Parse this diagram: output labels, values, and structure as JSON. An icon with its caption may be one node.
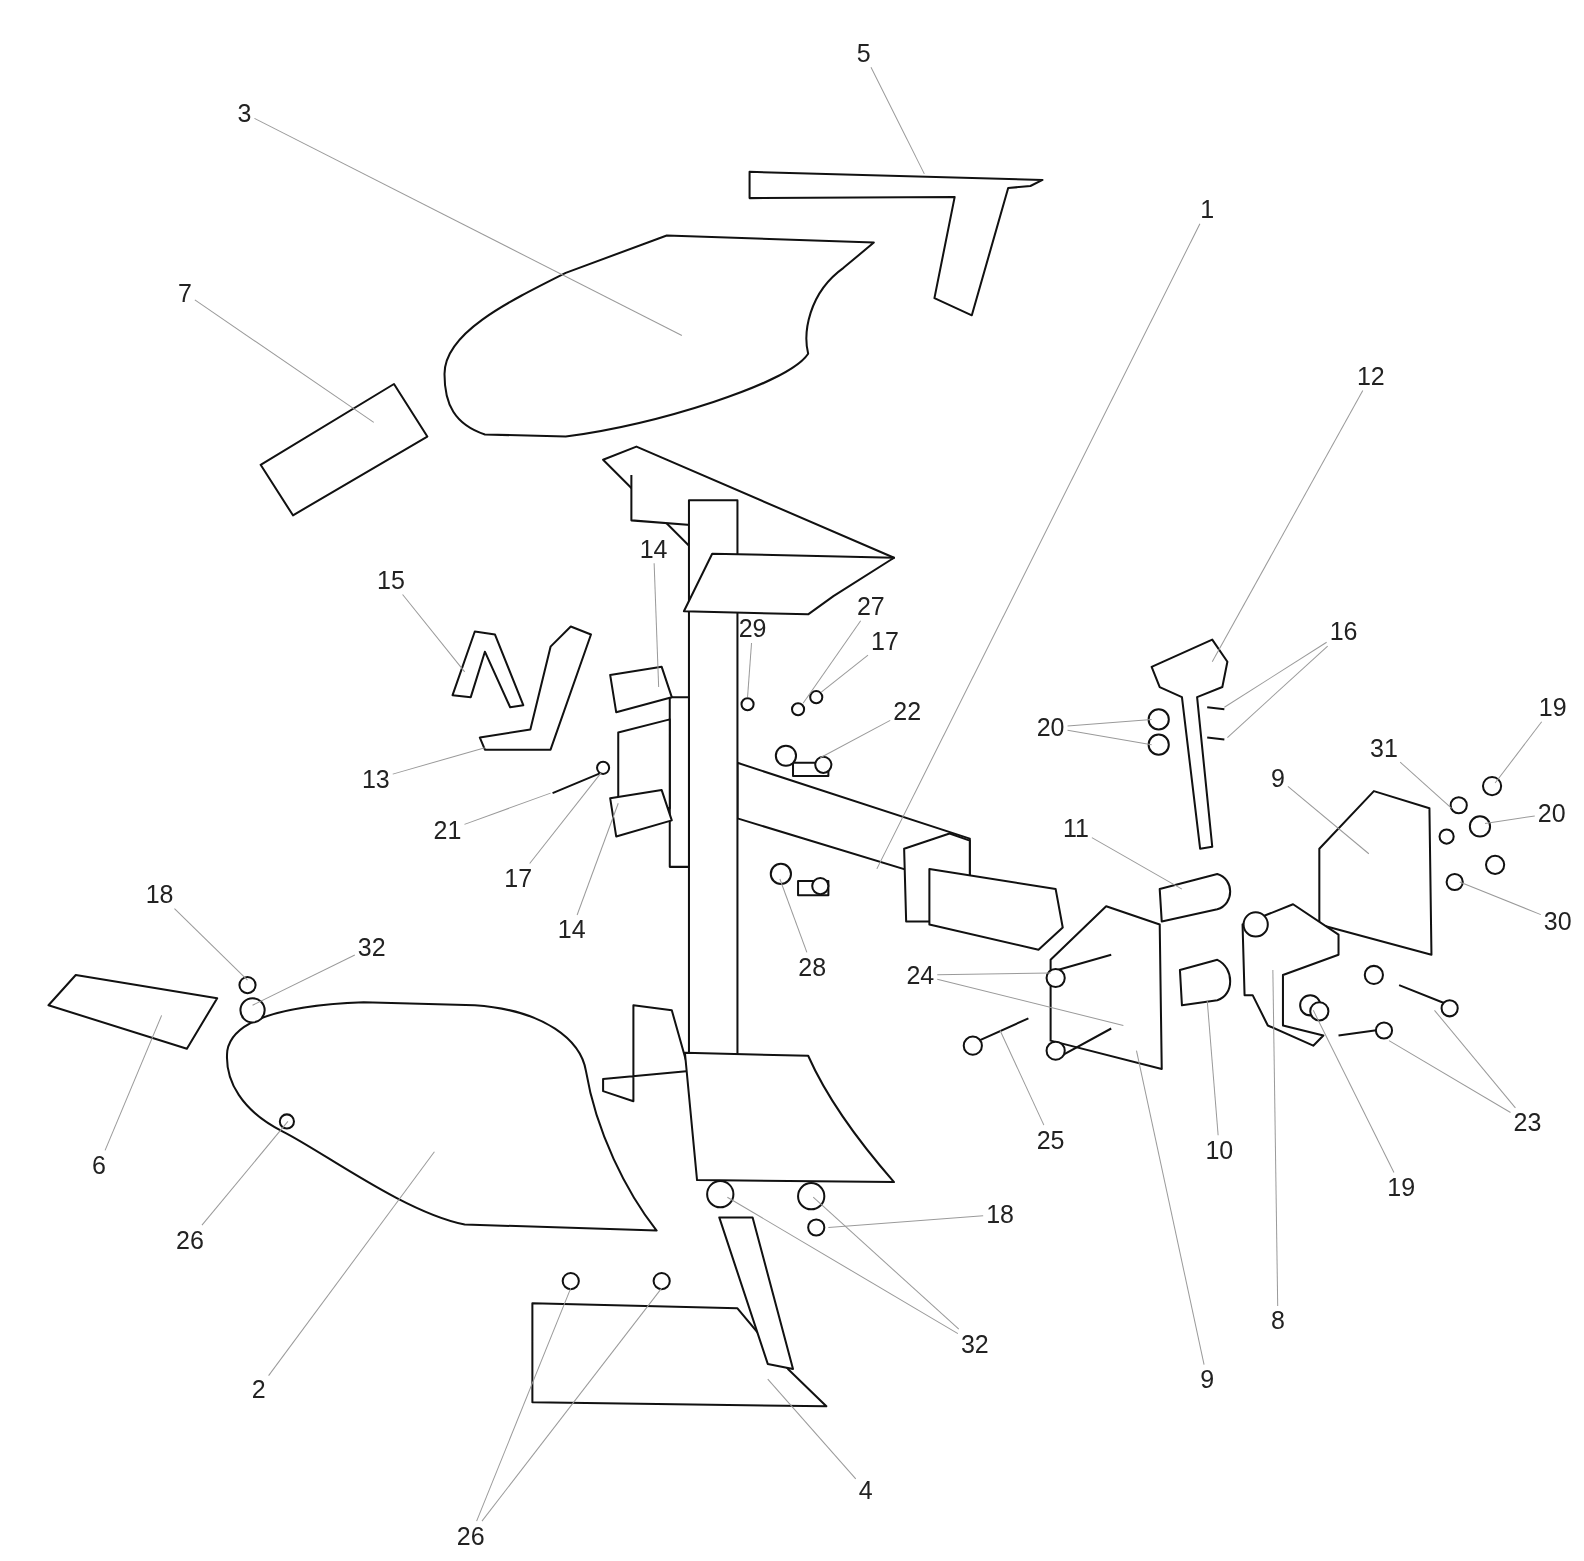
{
  "diagram": {
    "nodes": [
      {
        "text": [
          "5"
        ]
      },
      {
        "text": [
          "3"
        ]
      },
      {
        "text": [
          "1"
        ]
      },
      {
        "text": [
          "7"
        ]
      },
      {
        "text": [
          "12"
        ]
      },
      {
        "text": [
          "14"
        ]
      },
      {
        "text": [
          "15"
        ]
      },
      {
        "text": [
          "27"
        ]
      },
      {
        "text": [
          "29"
        ]
      },
      {
        "text": [
          "17"
        ]
      },
      {
        "text": [
          "16"
        ]
      },
      {
        "text": [
          "20"
        ]
      },
      {
        "text": [
          "19"
        ]
      },
      {
        "text": [
          "22"
        ]
      },
      {
        "text": [
          "31"
        ]
      },
      {
        "text": [
          "9"
        ]
      },
      {
        "text": [
          "20"
        ]
      },
      {
        "text": [
          "13"
        ]
      },
      {
        "text": [
          "11"
        ]
      },
      {
        "text": [
          "21"
        ]
      },
      {
        "text": [
          "17"
        ]
      },
      {
        "text": [
          "30"
        ]
      },
      {
        "text": [
          "14"
        ]
      },
      {
        "text": [
          "18"
        ]
      },
      {
        "text": [
          "32"
        ]
      },
      {
        "text": [
          "28"
        ]
      },
      {
        "text": [
          "24"
        ]
      },
      {
        "text": [
          "6"
        ]
      },
      {
        "text": [
          "23"
        ]
      },
      {
        "text": [
          "25"
        ]
      },
      {
        "text": [
          "10"
        ]
      },
      {
        "text": [
          "26"
        ]
      },
      {
        "text": [
          "19"
        ]
      },
      {
        "text": [
          "18"
        ]
      },
      {
        "text": [
          "8"
        ]
      },
      {
        "text": [
          "2"
        ]
      },
      {
        "text": [
          "32"
        ]
      },
      {
        "text": [
          "9"
        ]
      },
      {
        "text": [
          "4"
        ]
      },
      {
        "text": [
          "26"
        ]
      }
    ],
    "edges": [
      {
        "from": 0,
        "to": null,
        "arrow": "none"
      },
      {
        "from": 1,
        "to": null,
        "arrow": "none"
      },
      {
        "from": 2,
        "to": null,
        "arrow": "none"
      },
      {
        "from": 3,
        "to": null,
        "arrow": "none"
      },
      {
        "from": 4,
        "to": null,
        "arrow": "none"
      },
      {
        "from": 5,
        "to": null,
        "arrow": "none"
      },
      {
        "from": 6,
        "to": null,
        "arrow": "none"
      },
      {
        "from": 7,
        "to": null,
        "arrow": "none"
      },
      {
        "from": 8,
        "to": null,
        "arrow": "none"
      },
      {
        "from": 9,
        "to": null,
        "arrow": "none"
      },
      {
        "from": 10,
        "to": null,
        "arrow": "none"
      },
      {
        "from": 10,
        "to": null,
        "arrow": "none"
      },
      {
        "from": 11,
        "to": null,
        "arrow": "none"
      },
      {
        "from": 11,
        "to": null,
        "arrow": "none"
      },
      {
        "from": 12,
        "to": null,
        "arrow": "none"
      },
      {
        "from": 13,
        "to": null,
        "arrow": "none"
      },
      {
        "from": 14,
        "to": null,
        "arrow": "none"
      },
      {
        "from": 15,
        "to": null,
        "arrow": "none"
      },
      {
        "from": 16,
        "to": null,
        "arrow": "none"
      },
      {
        "from": 17,
        "to": null,
        "arrow": "none"
      },
      {
        "from": 18,
        "to": null,
        "arrow": "none"
      },
      {
        "from": 19,
        "to": null,
        "arrow": "none"
      },
      {
        "from": 20,
        "to": null,
        "arrow": "none"
      },
      {
        "from": 21,
        "to": null,
        "arrow": "none"
      },
      {
        "from": 22,
        "to": null,
        "arrow": "none"
      },
      {
        "from": 23,
        "to": null,
        "arrow": "none"
      },
      {
        "from": 24,
        "to": null,
        "arrow": "none"
      },
      {
        "from": 25,
        "to": null,
        "arrow": "none"
      },
      {
        "from": 26,
        "to": null,
        "arrow": "none"
      },
      {
        "from": 26,
        "to": null,
        "arrow": "none"
      },
      {
        "from": 27,
        "to": null,
        "arrow": "none"
      },
      {
        "from": 28,
        "to": null,
        "arrow": "none"
      },
      {
        "from": 28,
        "to": null,
        "arrow": "none"
      },
      {
        "from": 29,
        "to": null,
        "arrow": "none"
      },
      {
        "from": 30,
        "to": null,
        "arrow": "none"
      },
      {
        "from": 31,
        "to": null,
        "arrow": "none"
      },
      {
        "from": 32,
        "to": null,
        "arrow": "none"
      },
      {
        "from": 33,
        "to": null,
        "arrow": "none"
      },
      {
        "from": 34,
        "to": null,
        "arrow": "none"
      },
      {
        "from": 35,
        "to": null,
        "arrow": "none"
      },
      {
        "from": 36,
        "to": null,
        "arrow": "none"
      },
      {
        "from": 36,
        "to": null,
        "arrow": "none"
      },
      {
        "from": 37,
        "to": null,
        "arrow": "none"
      },
      {
        "from": 38,
        "to": null,
        "arrow": "none"
      },
      {
        "from": 39,
        "to": null,
        "arrow": "none"
      },
      {
        "from": 39,
        "to": null,
        "arrow": "none"
      }
    ]
  }
}
